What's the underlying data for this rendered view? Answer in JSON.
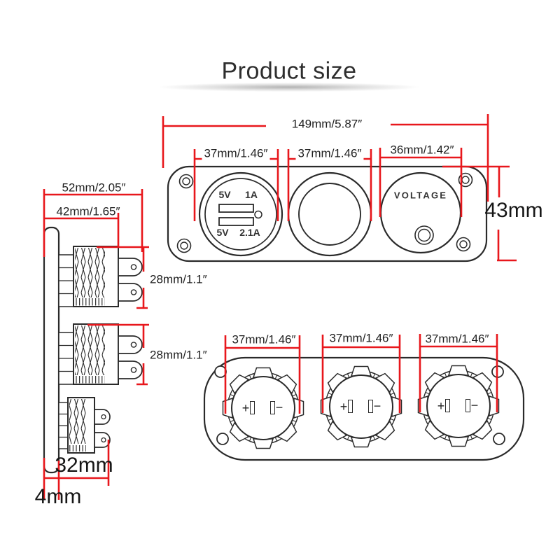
{
  "title": "Product size",
  "colors": {
    "dimension_red": "#e8171c",
    "line_black": "#2a2a2a"
  },
  "top_view": {
    "dim_width_total": "149mm/5.87″",
    "dim_usb": "37mm/1.46″",
    "dim_socket": "37mm/1.46″",
    "dim_voltmeter": "36mm/1.42″",
    "dim_height": "43mm",
    "usb_port": {
      "row1_left": "5V",
      "row1_right": "1A",
      "row2_left": "5V",
      "row2_right": "2.1A"
    },
    "voltmeter_label": "VOLTAGE"
  },
  "side_view": {
    "dim_depth_total": "52mm/2.05″",
    "dim_body_depth": "42mm/1.65″",
    "dim_socket1_height": "28mm/1.1″",
    "dim_socket2_height": "28mm/1.1″",
    "dim_socket3_depth": "32mm",
    "dim_panel_thickness": "4mm"
  },
  "back_view": {
    "dims": [
      "37mm/1.46″",
      "37mm/1.46″",
      "37mm/1.46″"
    ],
    "plus": "+",
    "minus": "−"
  }
}
